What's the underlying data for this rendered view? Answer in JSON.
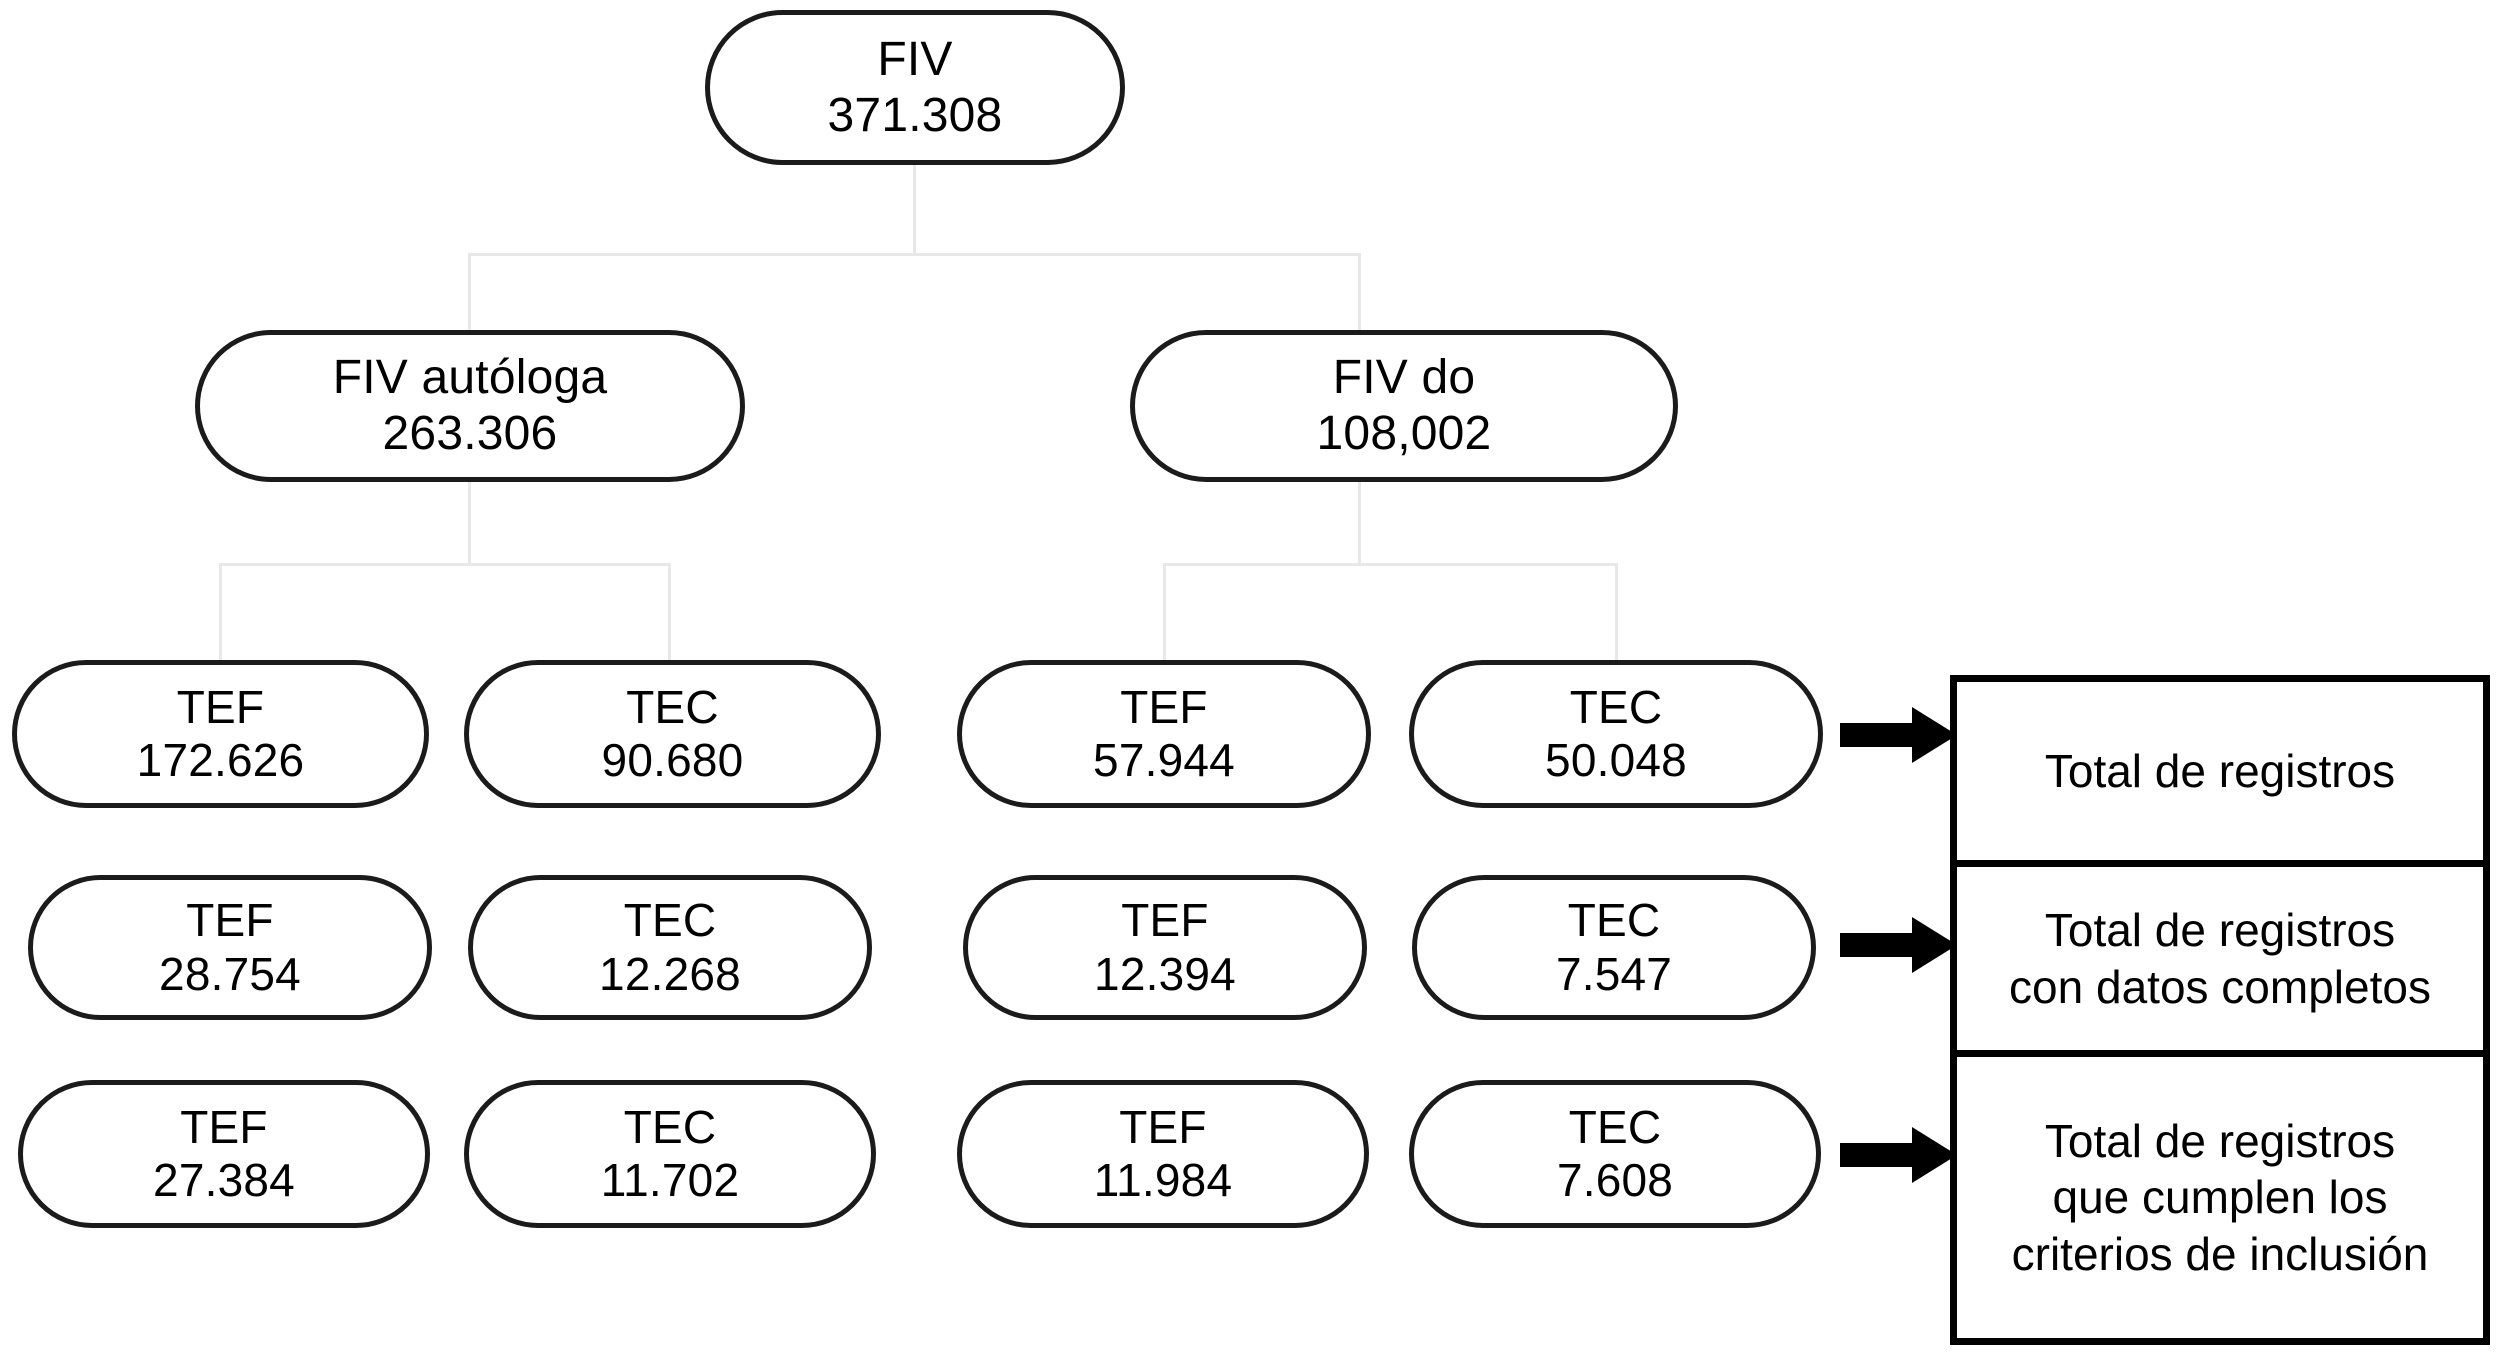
{
  "diagram": {
    "title": "FIV registry flow diagram",
    "colors": {
      "node_border": "#1b1b1b",
      "connector": "#e8e8e8",
      "legend_border": "#000000",
      "arrow": "#000000",
      "text": "#000000",
      "background": "#ffffff"
    },
    "root": {
      "label": "FIV",
      "value": "371.308"
    },
    "level2": [
      {
        "label": "FIV autóloga",
        "value": "263.306"
      },
      {
        "label": "FIV do",
        "value": "108,002"
      }
    ],
    "rows": [
      {
        "legend": "Total de registros",
        "nodes": [
          {
            "label": "TEF",
            "value": "172.626"
          },
          {
            "label": "TEC",
            "value": "90.680"
          },
          {
            "label": "TEF",
            "value": "57.944"
          },
          {
            "label": "TEC",
            "value": "50.048"
          }
        ]
      },
      {
        "legend": "Total de registros\ncon datos completos",
        "legend_lines": [
          "Total de registros",
          "con datos completos"
        ],
        "nodes": [
          {
            "label": "TEF",
            "value": "28.754"
          },
          {
            "label": "TEC",
            "value": "12.268"
          },
          {
            "label": "TEF",
            "value": "12.394"
          },
          {
            "label": "TEC",
            "value": "7.547"
          }
        ]
      },
      {
        "legend": "Total de registros\nque cumplen los\ncriterios de inclusión",
        "legend_lines": [
          "Total de registros",
          "que cumplen los",
          "criterios de inclusión"
        ],
        "nodes": [
          {
            "label": "TEF",
            "value": "27.384"
          },
          {
            "label": "TEC",
            "value": "11.702"
          },
          {
            "label": "TEF",
            "value": "11.984"
          },
          {
            "label": "TEC",
            "value": "7.608"
          }
        ]
      }
    ],
    "arrows": [
      {
        "name": "arrow-row-1"
      },
      {
        "name": "arrow-row-2"
      },
      {
        "name": "arrow-row-3"
      }
    ]
  }
}
